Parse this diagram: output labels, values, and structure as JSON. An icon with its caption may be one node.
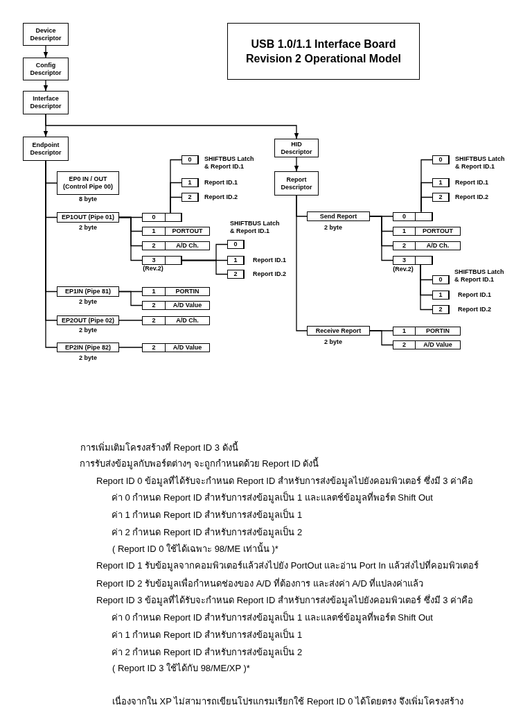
{
  "diagram": {
    "title": "USB 1.0/1.1 Interface Board Revision 2 Operational Model",
    "nodes": [
      {
        "text": [
          "Device Descriptor"
        ]
      },
      {
        "text": [
          "Config Descriptor"
        ]
      },
      {
        "text": [
          "Interface Descriptor"
        ]
      },
      {
        "text": [
          "Endpoint Descriptor"
        ]
      },
      {
        "text": [
          "HID Descriptor"
        ]
      },
      {
        "text": [
          "Report Descriptor"
        ]
      },
      {
        "text": [
          "EP0 IN / OUT (Control Pipe 00)"
        ],
        "beside": [
          "8 byte"
        ]
      },
      {
        "text": [
          "EP1OUT (Pipe 01)"
        ],
        "beside": [
          "2 byte"
        ]
      },
      {
        "text": [
          "EP1IN (Pipe 81)"
        ],
        "beside": [
          "2 byte"
        ]
      },
      {
        "text": [
          "EP2OUT (Pipe 02)"
        ],
        "beside": [
          "2 byte"
        ]
      },
      {
        "text": [
          "EP2IN (Pipe 82)"
        ],
        "beside": [
          "2 byte"
        ]
      },
      {
        "text": [
          "0"
        ]
      },
      {
        "text": [
          "1",
          "PORTOUT"
        ]
      },
      {
        "text": [
          "2",
          "A/D Ch."
        ]
      },
      {
        "text": [
          "3"
        ],
        "beside": [
          "(Rev.2)"
        ]
      },
      {
        "text": [
          "0"
        ],
        "beside": [
          "SHIFTBUS Latch & Report ID.1"
        ]
      },
      {
        "text": [
          "1"
        ],
        "beside": [
          "Report ID.1"
        ]
      },
      {
        "text": [
          "2"
        ],
        "beside": [
          "Report ID.2"
        ]
      },
      {
        "text": [
          "0"
        ],
        "beside": [
          "SHIFTBUS Latch & Report ID.1"
        ]
      },
      {
        "text": [
          "1"
        ],
        "beside": [
          "Report ID.1"
        ]
      },
      {
        "text": [
          "2"
        ],
        "beside": [
          "Report ID.2"
        ]
      },
      {
        "text": [
          "1",
          "PORTIN"
        ]
      },
      {
        "text": [
          "2",
          "A/D Value"
        ]
      },
      {
        "text": [
          "2",
          "A/D Ch."
        ]
      },
      {
        "text": [
          "2",
          "A/D Value"
        ]
      },
      {
        "text": [
          "Send Report"
        ],
        "beside": [
          "2 byte"
        ]
      },
      {
        "text": [
          "Receive Report"
        ],
        "beside": [
          "2 byte"
        ]
      },
      {
        "text": [
          "0"
        ]
      },
      {
        "text": [
          "1",
          "PORTOUT"
        ]
      },
      {
        "text": [
          "2",
          "A/D Ch."
        ]
      },
      {
        "text": [
          "3"
        ],
        "beside": [
          "(Rev.2)"
        ]
      },
      {
        "text": [
          "0"
        ],
        "beside": [
          "SHIFTBUS Latch & Report ID.1"
        ]
      },
      {
        "text": [
          "1"
        ],
        "beside": [
          "Report ID.1"
        ]
      },
      {
        "text": [
          "2"
        ],
        "beside": [
          "Report ID.2"
        ]
      },
      {
        "text": [
          "0"
        ],
        "beside": [
          "SHIFTBUS Latch & Report ID.1"
        ]
      },
      {
        "text": [
          "1"
        ],
        "beside": [
          "Report ID.1"
        ]
      },
      {
        "text": [
          "2"
        ],
        "beside": [
          "Report ID.2"
        ]
      },
      {
        "text": [
          "1",
          "PORTIN"
        ]
      },
      {
        "text": [
          "2",
          "A/D Value"
        ]
      }
    ],
    "edges": [
      {
        "from": 0,
        "to": 1,
        "arrow": "to"
      },
      {
        "from": 1,
        "to": 2,
        "arrow": "to"
      },
      {
        "from": 2,
        "to": 3,
        "arrow": "to"
      },
      {
        "from": 2,
        "to": 4,
        "arrow": "to"
      },
      {
        "from": 4,
        "to": 5,
        "arrow": "to"
      },
      {
        "from": 3,
        "to": 6,
        "arrow": "none"
      },
      {
        "from": 3,
        "to": 7,
        "arrow": "none"
      },
      {
        "from": 3,
        "to": 8,
        "arrow": "none"
      },
      {
        "from": 3,
        "to": 9,
        "arrow": "none"
      },
      {
        "from": 3,
        "to": 10,
        "arrow": "none"
      },
      {
        "from": 7,
        "to": 11,
        "arrow": "none"
      },
      {
        "from": 7,
        "to": 12,
        "arrow": "none"
      },
      {
        "from": 7,
        "to": 13,
        "arrow": "none"
      },
      {
        "from": 7,
        "to": 14,
        "arrow": "none"
      },
      {
        "from": 11,
        "to": 15,
        "arrow": "none"
      },
      {
        "from": 11,
        "to": 16,
        "arrow": "none"
      },
      {
        "from": 11,
        "to": 17,
        "arrow": "none"
      },
      {
        "from": 14,
        "to": 18,
        "arrow": "none"
      },
      {
        "from": 14,
        "to": 19,
        "arrow": "none"
      },
      {
        "from": 14,
        "to": 20,
        "arrow": "none"
      },
      {
        "from": 8,
        "to": 21,
        "arrow": "none"
      },
      {
        "from": 8,
        "to": 22,
        "arrow": "none"
      },
      {
        "from": 9,
        "to": 23,
        "arrow": "none"
      },
      {
        "from": 10,
        "to": 24,
        "arrow": "none"
      },
      {
        "from": 5,
        "to": 25,
        "arrow": "none"
      },
      {
        "from": 5,
        "to": 26,
        "arrow": "none"
      },
      {
        "from": 25,
        "to": 27,
        "arrow": "none"
      },
      {
        "from": 25,
        "to": 28,
        "arrow": "none"
      },
      {
        "from": 25,
        "to": 29,
        "arrow": "none"
      },
      {
        "from": 25,
        "to": 30,
        "arrow": "none"
      },
      {
        "from": 27,
        "to": 31,
        "arrow": "none"
      },
      {
        "from": 27,
        "to": 32,
        "arrow": "none"
      },
      {
        "from": 27,
        "to": 33,
        "arrow": "none"
      },
      {
        "from": 30,
        "to": 34,
        "arrow": "none"
      },
      {
        "from": 30,
        "to": 35,
        "arrow": "none"
      },
      {
        "from": 30,
        "to": 36,
        "arrow": "none"
      },
      {
        "from": 26,
        "to": 37,
        "arrow": "none"
      },
      {
        "from": 26,
        "to": 38,
        "arrow": "none"
      }
    ],
    "labels": [
      "การเพิ่มเติมโครงสร้างที่ Report ID 3 ดังนี้",
      "การรับส่งข้อมูลกับพอร์ตต่างๆ จะถูกกำหนดด้วย Report ID ดังนี้",
      "Report ID 0 ข้อมูลที่ได้รับจะกำหนด Report ID สำหรับการส่งข้อมูลไปยังคอมพิวเตอร์ ซึ่งมี 3 ค่าคือ",
      "ค่า 0 กำหนด Report ID สำหรับการส่งข้อมูลเป็น 1 และแลตช์ข้อมูลที่พอร์ต Shift Out",
      "ค่า 1 กำหนด Report ID สำหรับการส่งข้อมูลเป็น 1",
      "ค่า 2 กำหนด Report ID สำหรับการส่งข้อมูลเป็น 2",
      "( Report ID 0 ใช้ได้เฉพาะ 98/ME เท่านั้น )*",
      "Report ID 1 รับข้อมูลจากคอมพิวเตอร์แล้วส่งไปยัง PortOut และอ่าน Port In แล้วส่งไปที่คอมพิวเตอร์",
      "Report ID 2 รับข้อมูลเพื่อกำหนดช่องของ A/D ที่ต้องการ และส่งค่า A/D ที่แปลงค่าแล้ว",
      "Report ID 3 ข้อมูลที่ได้รับจะกำหนด Report ID สำหรับการส่งข้อมูลไปยังคอมพิวเตอร์ ซึ่งมี 3 ค่าคือ",
      "ค่า 0 กำหนด Report ID สำหรับการส่งข้อมูลเป็น 1 และแลตช์ข้อมูลที่พอร์ต Shift Out",
      "ค่า 1 กำหนด Report ID สำหรับการส่งข้อมูลเป็น 1",
      "ค่า 2 กำหนด Report ID สำหรับการส่งข้อมูลเป็น 2",
      "( Report ID 3 ใช้ได้กับ 98/ME/XP )*",
      "เนื่องจากใน XP ไม่สามารถเขียนโปรแกรมเรียกใช้ Report ID 0 ได้โดยตรง จึงเพิ่มโครงสร้าง"
    ]
  }
}
